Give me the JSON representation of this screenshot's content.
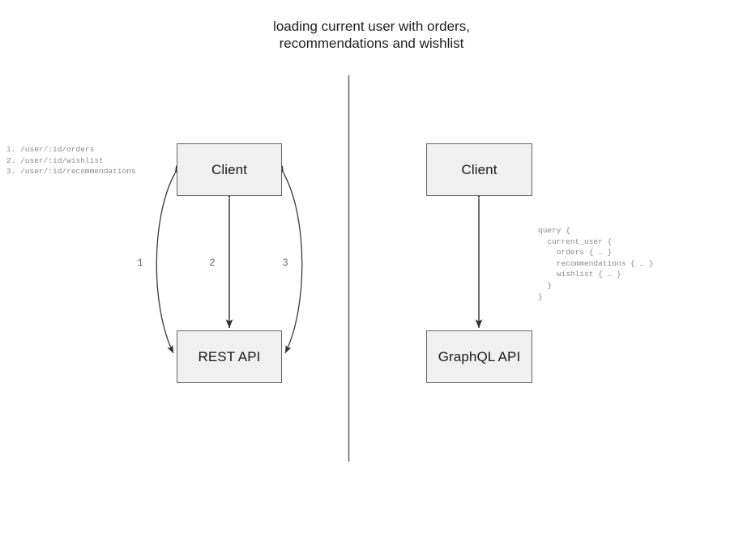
{
  "title": "loading current user with orders,\nrecommendations and wishlist",
  "diagram": {
    "divider": {
      "name": "vertical-divider",
      "color": "#6b6b6b"
    },
    "left_panel": {
      "nodes": {
        "client": "Client",
        "api": "REST API"
      },
      "annotation": "1. /user/:id/orders\n2. /user/:id/wishlist\n3. /user/:id/recommendations",
      "edge_labels": [
        "1",
        "2",
        "3"
      ]
    },
    "right_panel": {
      "nodes": {
        "client": "Client",
        "api": "GraphQL API"
      },
      "annotation": "query {\n  current_user {\n    orders { … }\n    recommendations { … }\n    wishlist { … }\n  }\n}"
    }
  },
  "colors": {
    "node_fill": "#f0f0f0",
    "node_border": "#666666",
    "text": "#1a1a1a",
    "annotation_text": "#8a8a8a",
    "edge": "#3a3a3a"
  }
}
